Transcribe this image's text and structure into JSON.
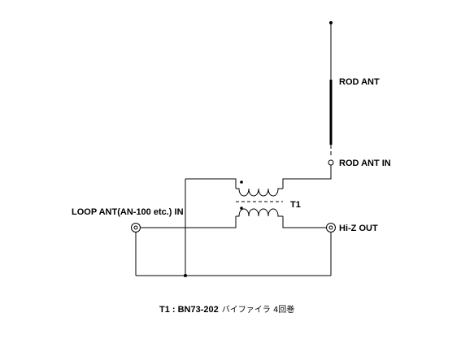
{
  "labels": {
    "rod_ant": "ROD ANT",
    "rod_ant_in": "ROD ANT IN",
    "transformer": "T1",
    "loop_ant_in": "LOOP ANT(AN-100 etc.) IN",
    "hiz_out": "Hi-Z OUT"
  },
  "caption": {
    "bold": "T1 : BN73-202",
    "normal": "バイファイラ 4回巻"
  }
}
